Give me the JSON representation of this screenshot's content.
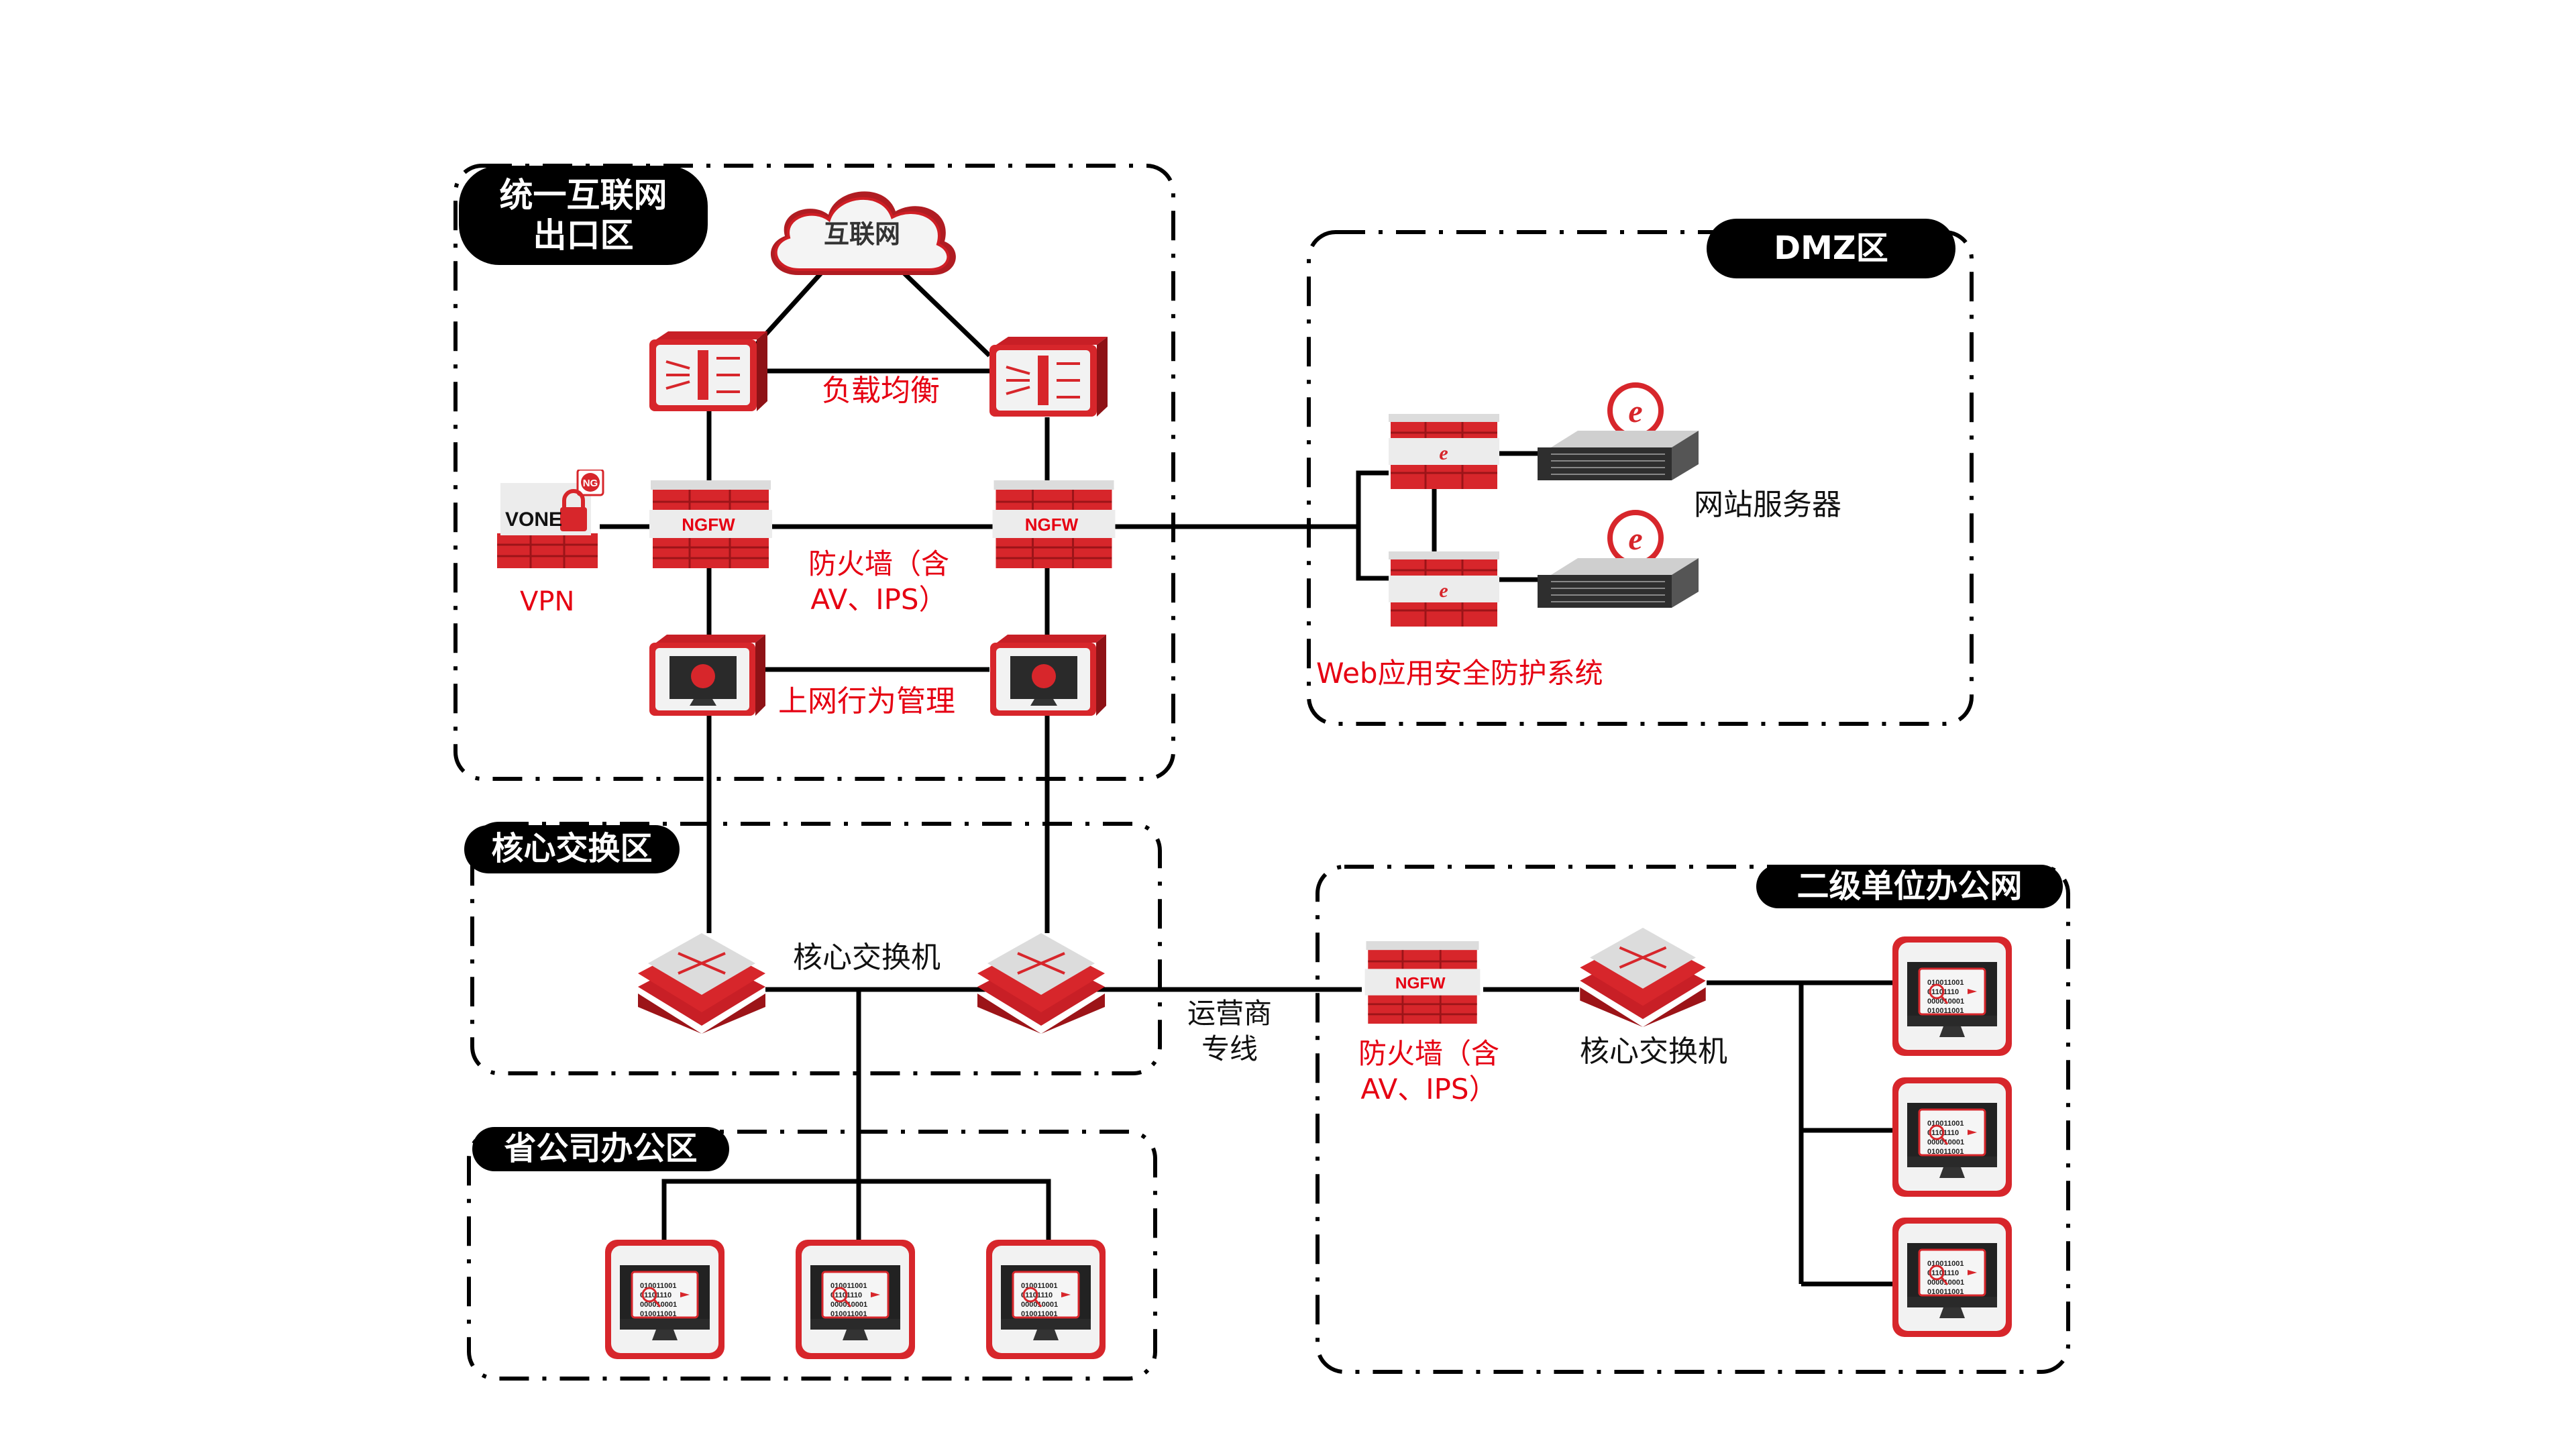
{
  "colors": {
    "accent_red": "#e60012",
    "device_red": "#d7262b",
    "device_dark_red": "#9c1418",
    "zone_label_bg": "#000000",
    "line": "#000000"
  },
  "zones": {
    "internet_exit": {
      "label_line1": "统一互联网",
      "label_line2": "出口区"
    },
    "dmz": {
      "label": "DMZ区"
    },
    "core": {
      "label": "核心交换区"
    },
    "province_office": {
      "label": "省公司办公区"
    },
    "subsidiary_office": {
      "label": "二级单位办公网"
    }
  },
  "nodes": {
    "internet_cloud": {
      "label": "互联网",
      "icon": "cloud-icon"
    },
    "load_balancer": {
      "label": "负载均衡",
      "icon": "load-balancer-icon"
    },
    "vpn": {
      "label": "VPN",
      "badge": "NG",
      "brand": "VONE",
      "icon": "vpn-lock-icon"
    },
    "firewall": {
      "label_line1": "防火墙（含",
      "label_line2": "AV、IPS）",
      "brand": "NGFW",
      "icon": "firewall-icon"
    },
    "behavior_mgmt": {
      "label": "上网行为管理",
      "icon": "monitor-gateway-icon"
    },
    "waf": {
      "label": "Web应用安全防护系统",
      "icon": "waf-firewall-icon"
    },
    "web_servers": {
      "label": "网站服务器",
      "icon": "rack-server-icon"
    },
    "core_switch": {
      "label": "核心交换机",
      "icon": "switch-icon"
    },
    "carrier_line": {
      "label_line1": "运营商",
      "label_line2": "专线"
    },
    "sub_firewall": {
      "label_line1": "防火墙（含",
      "label_line2": "AV、IPS）",
      "brand": "NGFW"
    },
    "sub_core_switch": {
      "label": "核心交换机"
    },
    "terminal": {
      "icon": "pc-terminal-icon",
      "binary_lines": [
        "010011001",
        "01101110",
        "000010001",
        "010011001"
      ]
    }
  }
}
